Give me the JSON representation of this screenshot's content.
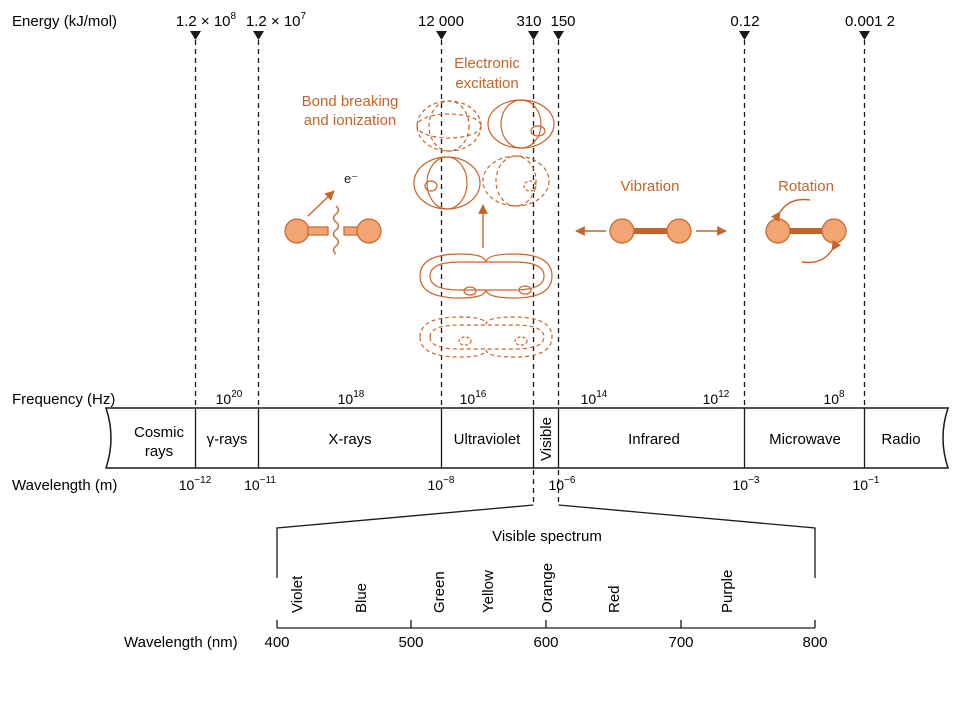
{
  "colors": {
    "ink": "#1a1a1a",
    "accent": "#c8642a",
    "accent_fill": "#f2a472"
  },
  "energy": {
    "label": "Energy (kJ/mol)",
    "markers": [
      {
        "base": "1.2 ×",
        "exp": "10",
        "sup": "8"
      },
      {
        "base": "1.2 ×",
        "exp": "10",
        "sup": "7"
      },
      {
        "base": "12 000",
        "exp": "",
        "sup": ""
      },
      {
        "base": "310",
        "exp": "",
        "sup": ""
      },
      {
        "base": "150",
        "exp": "",
        "sup": ""
      },
      {
        "base": "0.12",
        "exp": "",
        "sup": ""
      },
      {
        "base": "0.001 2",
        "exp": "",
        "sup": ""
      }
    ]
  },
  "processes": {
    "bond_breaking": [
      "Bond breaking",
      "and ionization"
    ],
    "electron_label": "e⁻",
    "electronic_excitation": [
      "Electronic",
      "excitation"
    ],
    "vibration": "Vibration",
    "rotation": "Rotation"
  },
  "frequency": {
    "label": "Frequency (Hz)",
    "ticks": [
      {
        "base": "10",
        "sup": "20"
      },
      {
        "base": "10",
        "sup": "18"
      },
      {
        "base": "10",
        "sup": "16"
      },
      {
        "base": "10",
        "sup": "14"
      },
      {
        "base": "10",
        "sup": "12"
      },
      {
        "base": "10",
        "sup": "8"
      }
    ]
  },
  "regions": [
    {
      "name": [
        "Cosmic",
        "rays"
      ]
    },
    {
      "name": [
        "γ-rays"
      ]
    },
    {
      "name": [
        "X-rays"
      ]
    },
    {
      "name": [
        "Ultraviolet"
      ]
    },
    {
      "name": [
        "Visible"
      ]
    },
    {
      "name": [
        "Infrared"
      ]
    },
    {
      "name": [
        "Microwave"
      ]
    },
    {
      "name": [
        "Radio"
      ]
    }
  ],
  "wavelength_m": {
    "label": "Wavelength (m)",
    "ticks": [
      {
        "base": "10",
        "sup": "−12"
      },
      {
        "base": "10",
        "sup": "−11"
      },
      {
        "base": "10",
        "sup": "−8"
      },
      {
        "base": "10",
        "sup": "−6"
      },
      {
        "base": "10",
        "sup": "−3"
      },
      {
        "base": "10",
        "sup": "−1"
      }
    ]
  },
  "visible_spectrum": {
    "title": "Visible spectrum",
    "colors": [
      "Violet",
      "Blue",
      "Green",
      "Yellow",
      "Orange",
      "Red",
      "Purple"
    ],
    "axis_label": "Wavelength (nm)",
    "ticks": [
      "400",
      "500",
      "600",
      "700",
      "800"
    ]
  }
}
